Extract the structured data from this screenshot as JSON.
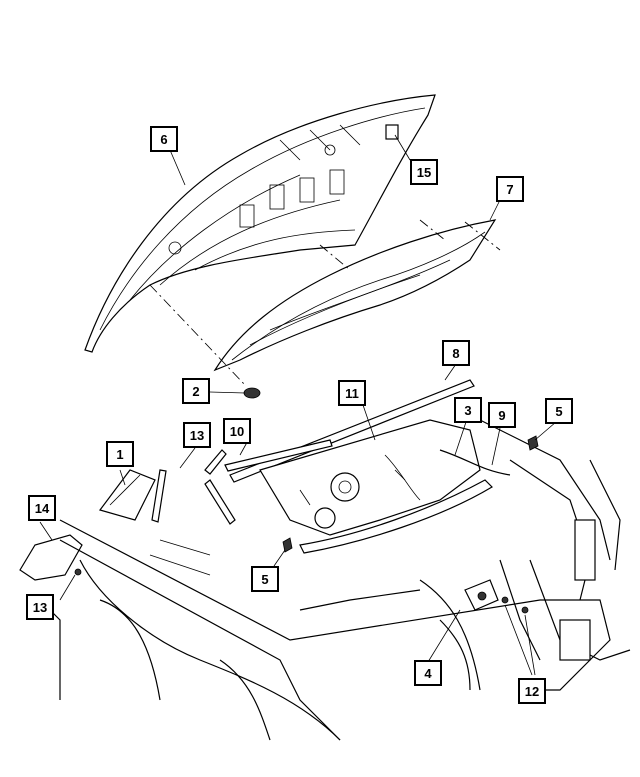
{
  "callouts": {
    "c1": "1",
    "c2": "2",
    "c3": "3",
    "c4": "4",
    "c5a": "5",
    "c5b": "5",
    "c6": "6",
    "c7": "7",
    "c8": "8",
    "c9": "9",
    "c10": "10",
    "c11": "11",
    "c12": "12",
    "c13a": "13",
    "c13b": "13",
    "c14": "14",
    "c15": "15"
  }
}
